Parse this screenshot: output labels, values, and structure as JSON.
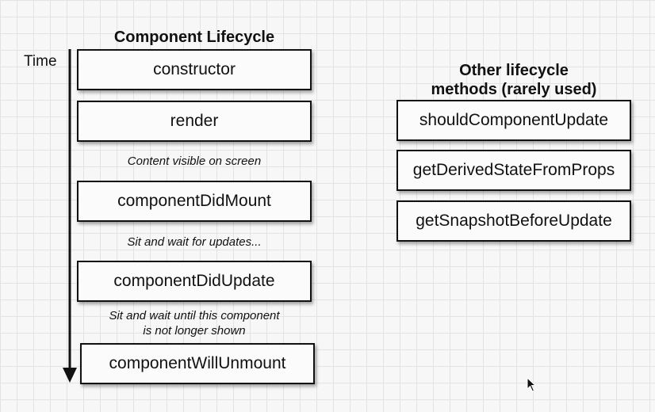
{
  "lifecycle": {
    "title": "Component Lifecycle",
    "time_label": "Time",
    "steps": [
      "constructor",
      "render",
      "componentDidMount",
      "componentDidUpdate",
      "componentWillUnmount"
    ],
    "notes": [
      "Content visible on screen",
      "Sit and wait for updates...",
      "Sit and wait until this component\nis not longer shown"
    ]
  },
  "other": {
    "title_line1": "Other lifecycle",
    "title_line2": "methods (rarely used)",
    "methods": [
      "shouldComponentUpdate",
      "getDerivedStateFromProps",
      "getSnapshotBeforeUpdate"
    ]
  },
  "colors": {
    "line": "#111111",
    "box_fill": "#fbfbfb",
    "grid": "#e3e3e3"
  }
}
